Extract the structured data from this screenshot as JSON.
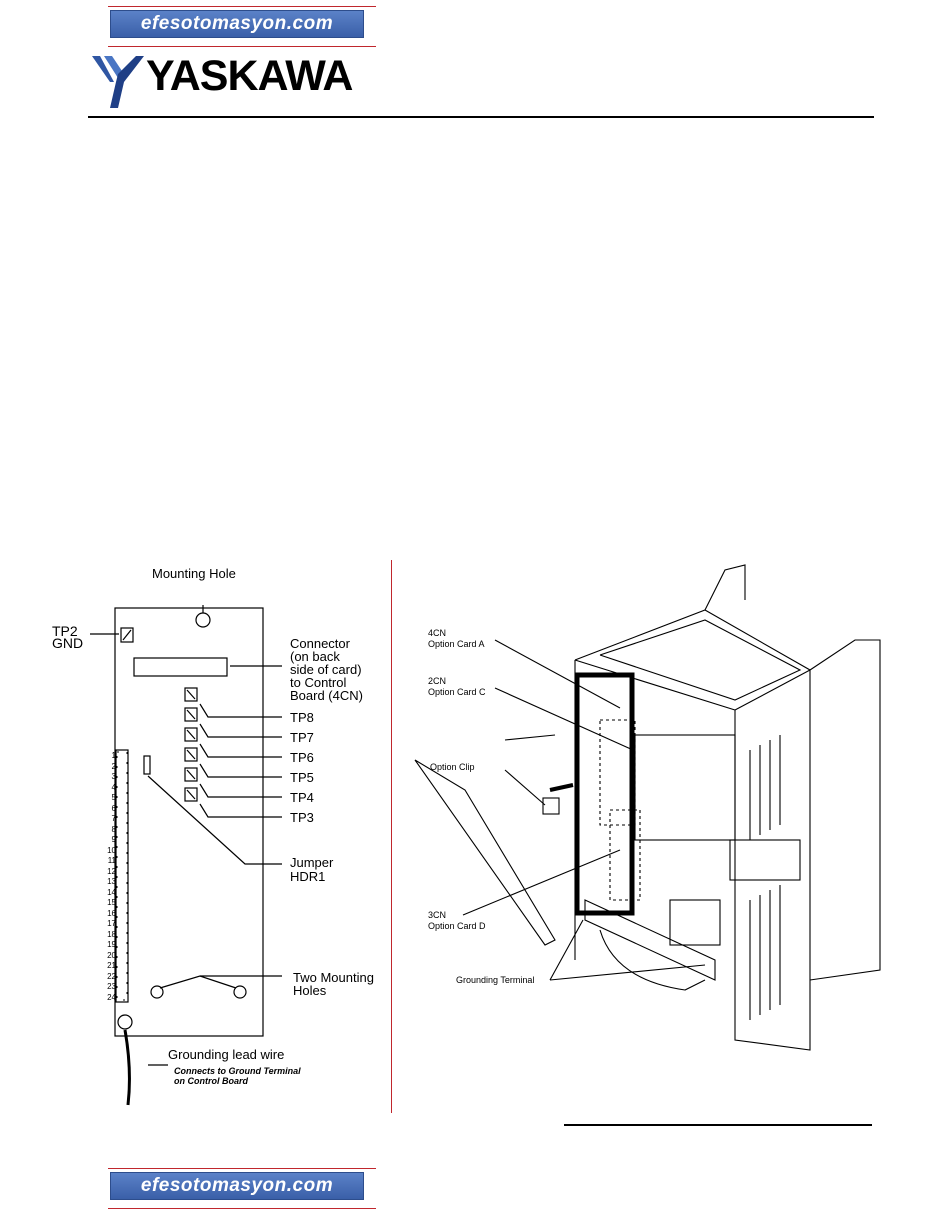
{
  "header": {
    "site_banner": "efesotomasyon.com",
    "logo": "YASKAWA"
  },
  "left_figure": {
    "mounting_hole": "Mounting Hole",
    "tp2": "TP2",
    "gnd": "GND",
    "connector_lines": [
      "Connector",
      "(on back",
      "side of card)",
      "to Control",
      "Board (4CN)"
    ],
    "test_points": [
      "TP8",
      "TP7",
      "TP6",
      "TP5",
      "TP4",
      "TP3"
    ],
    "jumper_lines": [
      "Jumper",
      "HDR1"
    ],
    "two_mounting_lines": [
      "Two Mounting",
      "Holes"
    ],
    "grounding_lead": "Grounding lead wire",
    "grounding_note_lines": [
      "Connects to Ground Terminal",
      "on Control Board"
    ],
    "terminal_numbers": [
      "1",
      "2",
      "3",
      "4",
      "5",
      "6",
      "7",
      "8",
      "9",
      "10",
      "11",
      "12",
      "13",
      "14",
      "15",
      "16",
      "17",
      "18",
      "19",
      "20",
      "21",
      "22",
      "23",
      "24"
    ]
  },
  "right_figure": {
    "card_a_lines": [
      "4CN",
      "Option Card A"
    ],
    "card_c_lines": [
      "2CN",
      "Option Card C"
    ],
    "option_clip": "Option Clip",
    "card_d_lines": [
      "3CN",
      "Option Card D"
    ],
    "grounding_terminal": "Grounding Terminal"
  },
  "footer": {
    "site_banner": "efesotomasyon.com"
  }
}
